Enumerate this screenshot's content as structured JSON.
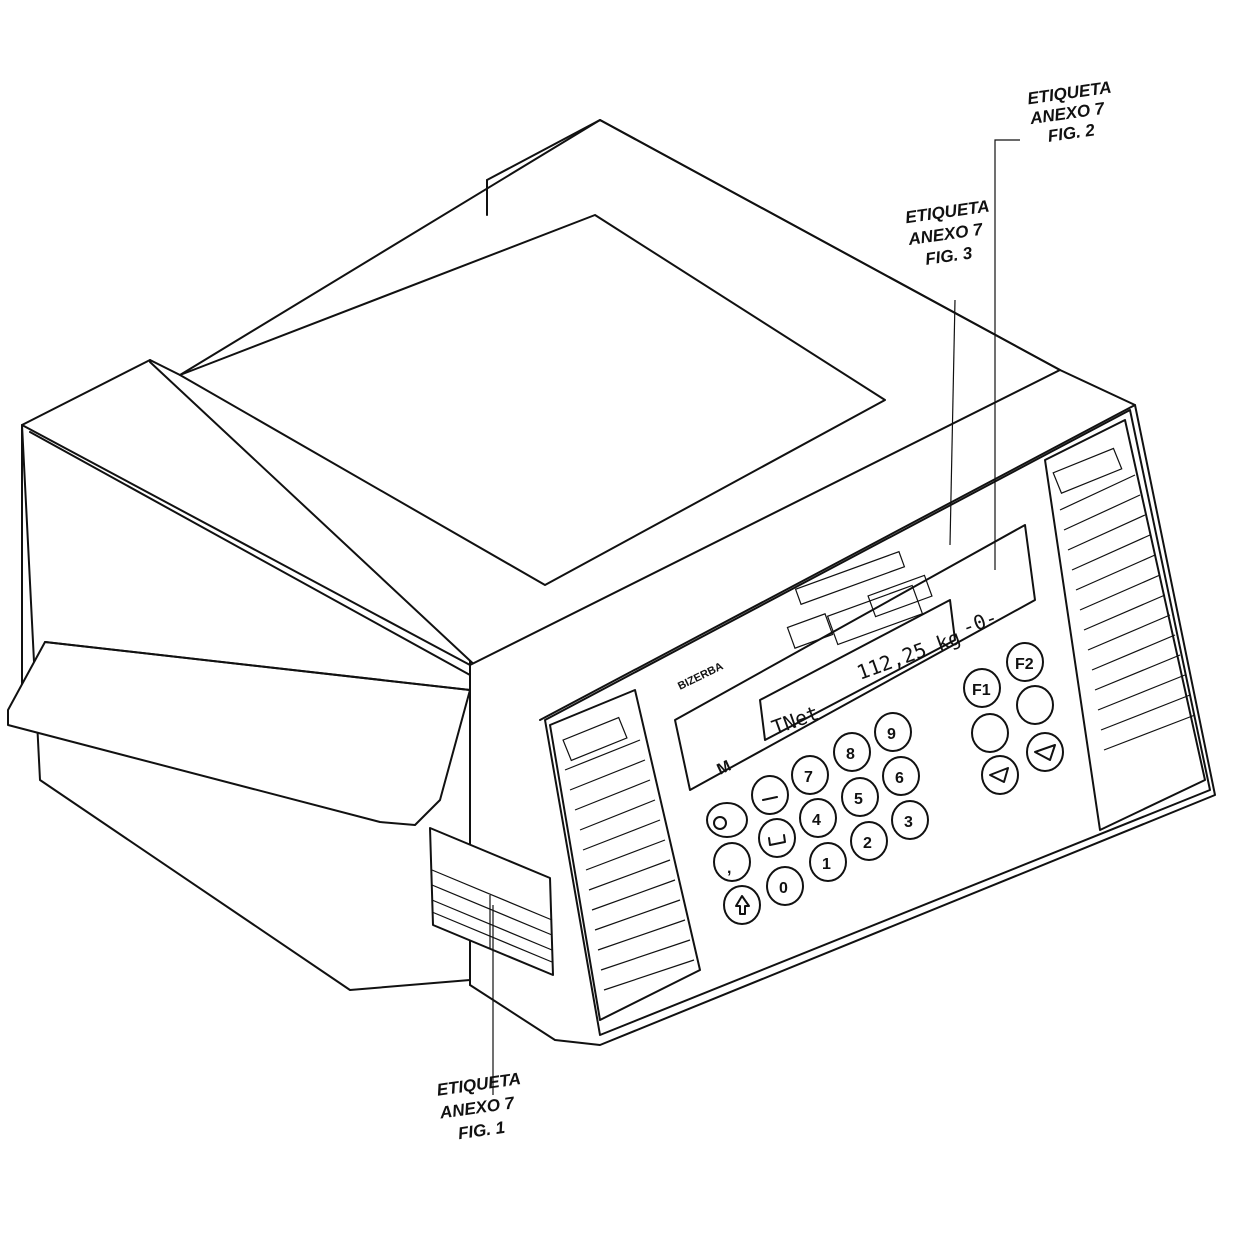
{
  "callouts": {
    "fig1": {
      "line1": "ETIQUETA",
      "line2": "ANEXO 7",
      "line3": "FIG. 1"
    },
    "fig2": {
      "line1": "ETIQUETA",
      "line2": "ANEXO 7",
      "line3": "FIG. 2"
    },
    "fig3": {
      "line1": "ETIQUETA",
      "line2": "ANEXO 7",
      "line3": "FIG. 3"
    }
  },
  "display": {
    "reading": "112,25 kg",
    "mode": "TNet",
    "zero_indicator": "-0-"
  },
  "keypad": {
    "numeric": [
      "7",
      "8",
      "9",
      "4",
      "5",
      "6",
      "1",
      "2",
      "3",
      "0"
    ],
    "function": [
      "F1",
      "F2"
    ]
  }
}
